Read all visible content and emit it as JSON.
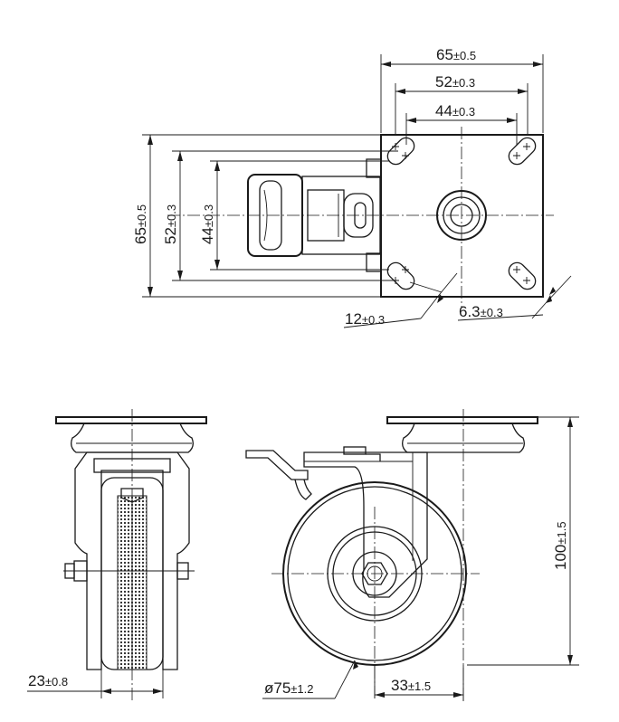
{
  "top_view": {
    "dim_width_outer": {
      "value": "65",
      "tol": "±0.5"
    },
    "dim_width_mid": {
      "value": "52",
      "tol": "±0.3"
    },
    "dim_width_inner": {
      "value": "44",
      "tol": "±0.3"
    },
    "dim_height_outer": {
      "value": "65",
      "tol": "±0.5"
    },
    "dim_height_mid": {
      "value": "52",
      "tol": "±0.3"
    },
    "dim_height_inner": {
      "value": "44",
      "tol": "±0.3"
    },
    "dim_slot_length": {
      "value": "12",
      "tol": "±0.3"
    },
    "dim_slot_width": {
      "value": "6.3",
      "tol": "±0.3"
    }
  },
  "front_view": {
    "dim_wheel_width": {
      "value": "23",
      "tol": "±0.8"
    }
  },
  "side_view": {
    "dim_diameter": {
      "value": "ø75",
      "tol": "±1.2"
    },
    "dim_offset": {
      "value": "33",
      "tol": "±1.5"
    },
    "dim_height": {
      "value": "100",
      "tol": "±1.5"
    }
  }
}
